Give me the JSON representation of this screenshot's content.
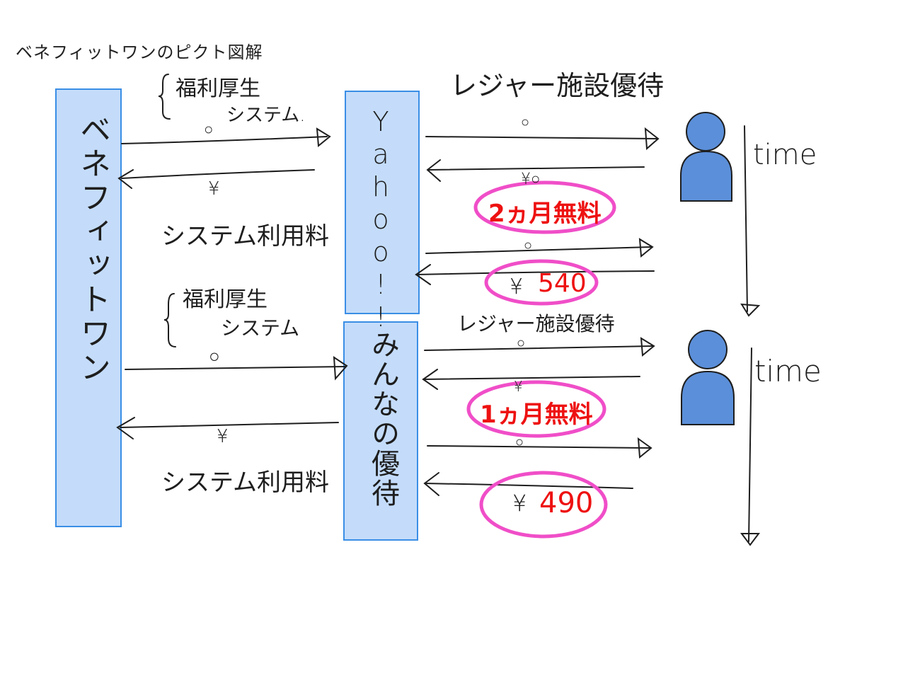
{
  "title": "ベネフィットワンのピクト図解",
  "nodes": {
    "benefit_one": "ベネフィットワン",
    "yahoo": "Yahoo!!",
    "minna": "みんなの優待"
  },
  "top_section": {
    "service_label_1": "福利厚生",
    "service_label_2": "システム.",
    "service_mark": "○",
    "fee_mark": "¥",
    "fee_label": "システム利用料"
  },
  "bottom_section": {
    "service_label_1": "福利厚生",
    "service_label_2": "システム",
    "service_mark": "○",
    "fee_mark": "¥",
    "fee_label": "システム利用料"
  },
  "right_top": {
    "header": "レジャー施設優待",
    "service_mark_1": "○",
    "price_mark_1": "¥○",
    "highlight_1": "2ヵ月無料",
    "service_mark_2": "○",
    "price_yen_2": "¥",
    "highlight_2": "540",
    "time_label": "time"
  },
  "right_bottom": {
    "header": "レジャー施設優待",
    "service_mark_1": "○",
    "price_mark_1": "¥",
    "highlight_1": "1ヵ月無料",
    "service_mark_2": "○",
    "price_yen_2": "¥",
    "highlight_2": "490",
    "time_label": "time"
  },
  "colors": {
    "box_fill": "#c4dcfa",
    "box_border": "#3a8ee6",
    "person_fill": "#5b8fd9",
    "highlight_circle": "#f04ec8",
    "highlight_text": "#ee1111"
  }
}
